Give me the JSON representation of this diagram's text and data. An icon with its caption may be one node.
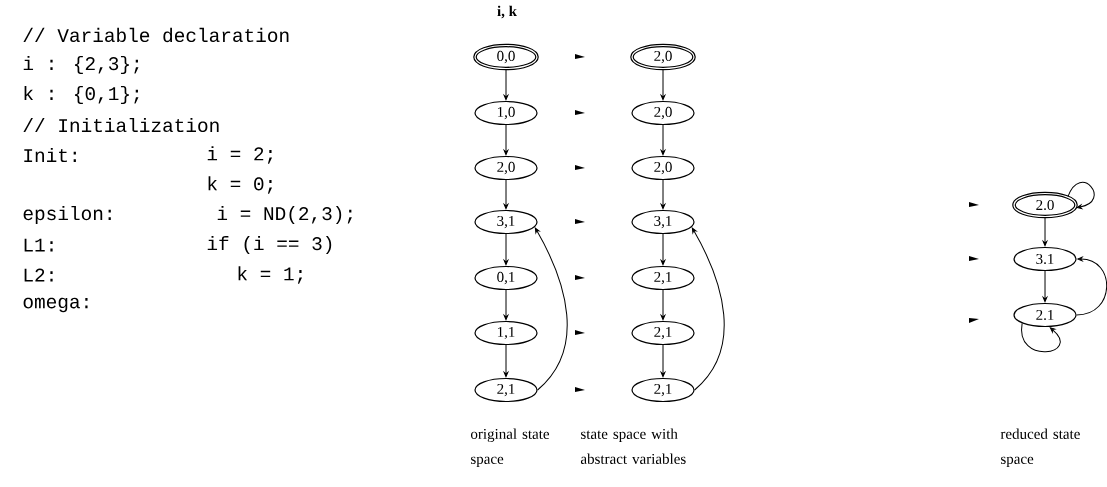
{
  "diagram": {
    "nodes": [
      {
        "text": [
          "0,0"
        ]
      },
      {
        "text": [
          "1,0"
        ]
      },
      {
        "text": [
          "2,0"
        ]
      },
      {
        "text": [
          "3,1"
        ]
      },
      {
        "text": [
          "0,1"
        ]
      },
      {
        "text": [
          "1,1"
        ]
      },
      {
        "text": [
          "2,1"
        ]
      },
      {
        "text": [
          "2,0"
        ]
      },
      {
        "text": [
          "2,0"
        ]
      },
      {
        "text": [
          "2,0"
        ]
      },
      {
        "text": [
          "3,1"
        ]
      },
      {
        "text": [
          "2,1"
        ]
      },
      {
        "text": [
          "2,1"
        ]
      },
      {
        "text": [
          "2,1"
        ]
      },
      {
        "text": [
          "2.0"
        ]
      },
      {
        "text": [
          "3.1"
        ]
      },
      {
        "text": [
          "2.1"
        ]
      }
    ],
    "edges": [
      {
        "from": 0,
        "to": 1,
        "arrow": "to"
      },
      {
        "from": 1,
        "to": 2,
        "arrow": "to"
      },
      {
        "from": 2,
        "to": 3,
        "arrow": "to"
      },
      {
        "from": 3,
        "to": 4,
        "arrow": "to"
      },
      {
        "from": 4,
        "to": 5,
        "arrow": "to"
      },
      {
        "from": 5,
        "to": 6,
        "arrow": "to"
      },
      {
        "from": 6,
        "to": 3,
        "arrow": "to"
      },
      {
        "from": 7,
        "to": 8,
        "arrow": "to"
      },
      {
        "from": 8,
        "to": 9,
        "arrow": "to"
      },
      {
        "from": 9,
        "to": 10,
        "arrow": "to"
      },
      {
        "from": 10,
        "to": 11,
        "arrow": "to"
      },
      {
        "from": 11,
        "to": 12,
        "arrow": "to"
      },
      {
        "from": 12,
        "to": 13,
        "arrow": "to"
      },
      {
        "from": 13,
        "to": 10,
        "arrow": "to"
      },
      {
        "from": 14,
        "to": 14,
        "arrow": "to"
      },
      {
        "from": 14,
        "to": 15,
        "arrow": "to"
      },
      {
        "from": 15,
        "to": 16,
        "arrow": "to"
      },
      {
        "from": 16,
        "to": 15,
        "arrow": "to"
      },
      {
        "from": 16,
        "to": 16,
        "arrow": "to"
      }
    ],
    "labels": [
      "// Variable declaration",
      "i : {2,3};",
      "k : {0,1};",
      "// Initialization",
      "Init:",
      "i = 2;",
      "k = 0;",
      "epsilon:",
      "i = ND(2,3);",
      "L1:",
      "if (i == 3)",
      "L2:",
      "k = 1;",
      "omega:",
      "i, k",
      "original state space",
      "state space with abstract variables",
      "reduced state space"
    ]
  }
}
